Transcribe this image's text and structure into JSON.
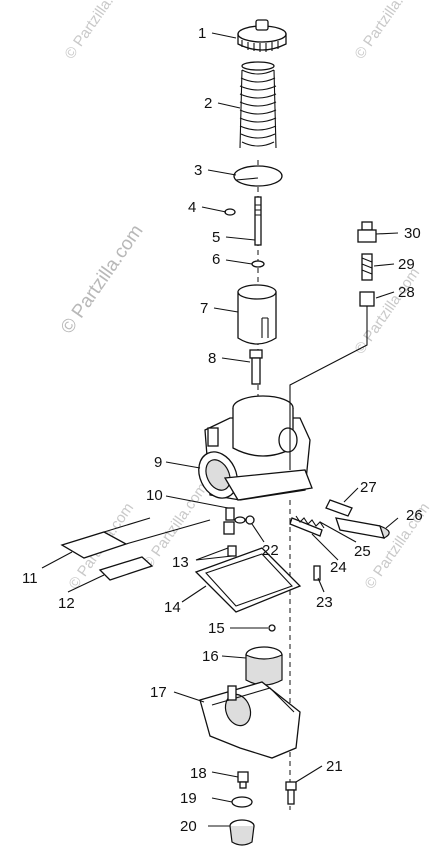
{
  "watermark": {
    "main": "© Partzilla.com",
    "corner": "© Partzilla.com"
  },
  "callouts": {
    "c1": "1",
    "c2": "2",
    "c3": "3",
    "c4": "4",
    "c5": "5",
    "c6": "6",
    "c7": "7",
    "c8": "8",
    "c9": "9",
    "c10": "10",
    "c11": "11",
    "c12": "12",
    "c13": "13",
    "c14": "14",
    "c15": "15",
    "c16": "16",
    "c17": "17",
    "c18": "18",
    "c19": "19",
    "c20": "20",
    "c21": "21",
    "c22": "22",
    "c23": "23",
    "c24": "24",
    "c25": "25",
    "c26": "26",
    "c27": "27",
    "c28": "28",
    "c29": "29",
    "c30": "30"
  }
}
